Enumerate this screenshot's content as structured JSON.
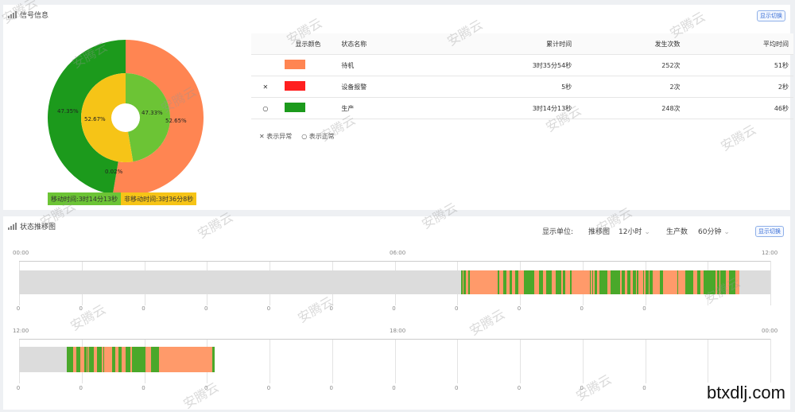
{
  "panel1": {
    "title": "信号信息",
    "toggle_label": "显示切换"
  },
  "chart_data": [
    {
      "type": "pie",
      "outer": {
        "values": [
          {
            "name": "待机",
            "pct": 52.65,
            "color": "#ff8552"
          },
          {
            "name": "生产",
            "pct": 47.35,
            "color": "#1c9a1c"
          }
        ],
        "labels": [
          "47.35%",
          "52.65%"
        ]
      },
      "inner": {
        "values": [
          {
            "name": "移动时间",
            "pct": 47.33,
            "color": "#6cc435"
          },
          {
            "name": "非移动时间",
            "pct": 52.67,
            "color": "#f6c417"
          }
        ],
        "labels": [
          "47.33%",
          "52.67%"
        ]
      },
      "extra_label": "0.02%"
    }
  ],
  "legend": {
    "moving": "移动时间:3时14分13秒",
    "nonmoving": "非移动时间:3时36分8秒",
    "moving_color": "#6cc435",
    "nonmoving_color": "#f6c417"
  },
  "table": {
    "headers": [
      "显示颜色",
      "状态名称",
      "累计时间",
      "发生次数",
      "平均时间"
    ],
    "rows": [
      {
        "mark": "",
        "color": "#ff8552",
        "name": "待机",
        "total": "3时35分54秒",
        "count": "252次",
        "avg": "51秒"
      },
      {
        "mark": "✕",
        "color": "#ff1f1f",
        "name": "设备报警",
        "total": "5秒",
        "count": "2次",
        "avg": "2秒"
      },
      {
        "mark": "○",
        "color": "#1c9a1c",
        "name": "生产",
        "total": "3时14分13秒",
        "count": "248次",
        "avg": "46秒"
      }
    ],
    "note_abnormal": "表示异常",
    "note_normal": "表示正常"
  },
  "panel2": {
    "title": "状态推移图",
    "unit_label": "显示单位:",
    "trend_label": "推移图",
    "trend_value": "12小时",
    "prod_label": "生产数",
    "prod_value": "60分钟",
    "toggle_label": "显示切换"
  },
  "timeline1": {
    "start": "00:00",
    "mid": "06:00",
    "end": "12:00",
    "zeros": [
      "0",
      "0",
      "0",
      "0",
      "0",
      "0",
      "0",
      "0",
      "0",
      "0",
      "0"
    ]
  },
  "timeline2": {
    "start": "12:00",
    "mid": "18:00",
    "end": "00:00",
    "zeros": [
      "0",
      "0",
      "0",
      "0",
      "0",
      "0",
      "0",
      "0",
      "0",
      "0",
      "0"
    ]
  },
  "colors": {
    "idle": "#ff9a6a",
    "prod": "#4aa82a",
    "bg": "#dcdcdc"
  },
  "watermark": "安腾云",
  "brand": "btxdlj.com"
}
